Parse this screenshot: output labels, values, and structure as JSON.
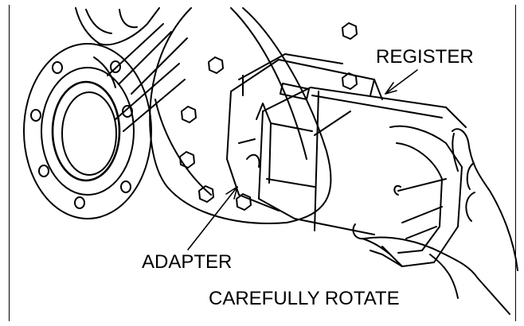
{
  "labels": {
    "register": "REGISTER",
    "adapter": "ADAPTER",
    "rotate": "CAREFULLY ROTATE"
  },
  "colors": {
    "ink": "#000000",
    "paper": "#ffffff"
  }
}
